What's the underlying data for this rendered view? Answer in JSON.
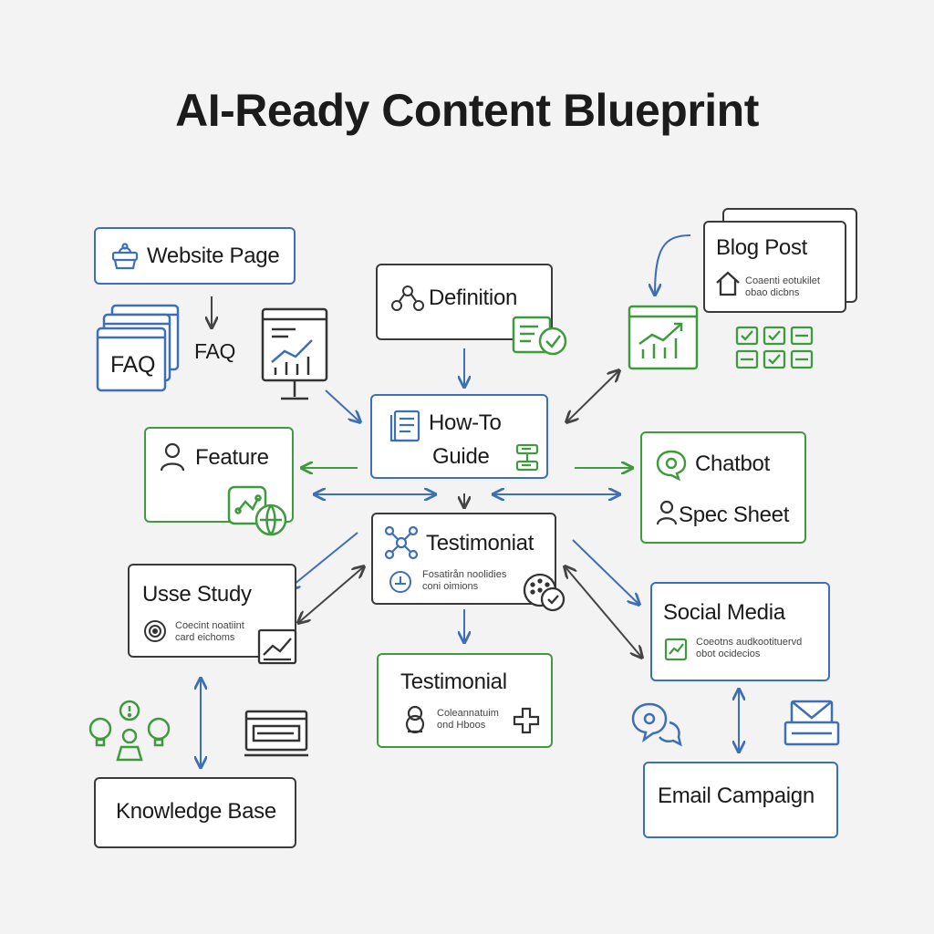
{
  "title": "AI-Ready Content Blueprint",
  "colors": {
    "blue": "#3d6fb6",
    "green": "#3f9a3e",
    "dark": "#3a3a3a",
    "background": "#f3f3f3"
  },
  "nodes": {
    "website_page": {
      "label": "Website Page",
      "icon": "basket-icon"
    },
    "faq_card": {
      "label": "FAQ",
      "icon": "browser-windows-icon"
    },
    "faq_side": {
      "label": "FAQ"
    },
    "definition": {
      "label": "Definition",
      "icon": "org-chart-icon"
    },
    "blog_post": {
      "label": "Blog Post",
      "sub1": "Coaenti eotukilet",
      "sub2": "obao dicbns",
      "icon": "home-icon"
    },
    "how_to_guide": {
      "label1": "How-To",
      "label2": "Guide",
      "icon": "document-icon"
    },
    "feature": {
      "label": "Feature",
      "icon": "user-icon"
    },
    "chatbot": {
      "label": "Chatbot",
      "icon": "chat-bubble-icon"
    },
    "spec_sheet": {
      "label": "Spec Sheet",
      "icon": "user-icon"
    },
    "testimoniat": {
      "label": "Testimoniat",
      "sub1": "Fosatirån noolidies",
      "sub2": "coni oimions",
      "icon": "network-icon"
    },
    "usse_study": {
      "label": "Usse Study",
      "sub1": "Coecint noatiint",
      "sub2": "card eichoms",
      "icon": "target-icon"
    },
    "social_media": {
      "label": "Social Media",
      "sub1": "Coeotns audkootituervd",
      "sub2": "obot ocidecios",
      "icon": "trend-icon"
    },
    "testimonial": {
      "label": "Testimonial",
      "sub1": "Coleannatuim",
      "sub2": "ond Hboos",
      "icon": "person-icon"
    },
    "knowledge_base": {
      "label": "Knowledge Base"
    },
    "email_campaign": {
      "label": "Email Campaign"
    }
  }
}
